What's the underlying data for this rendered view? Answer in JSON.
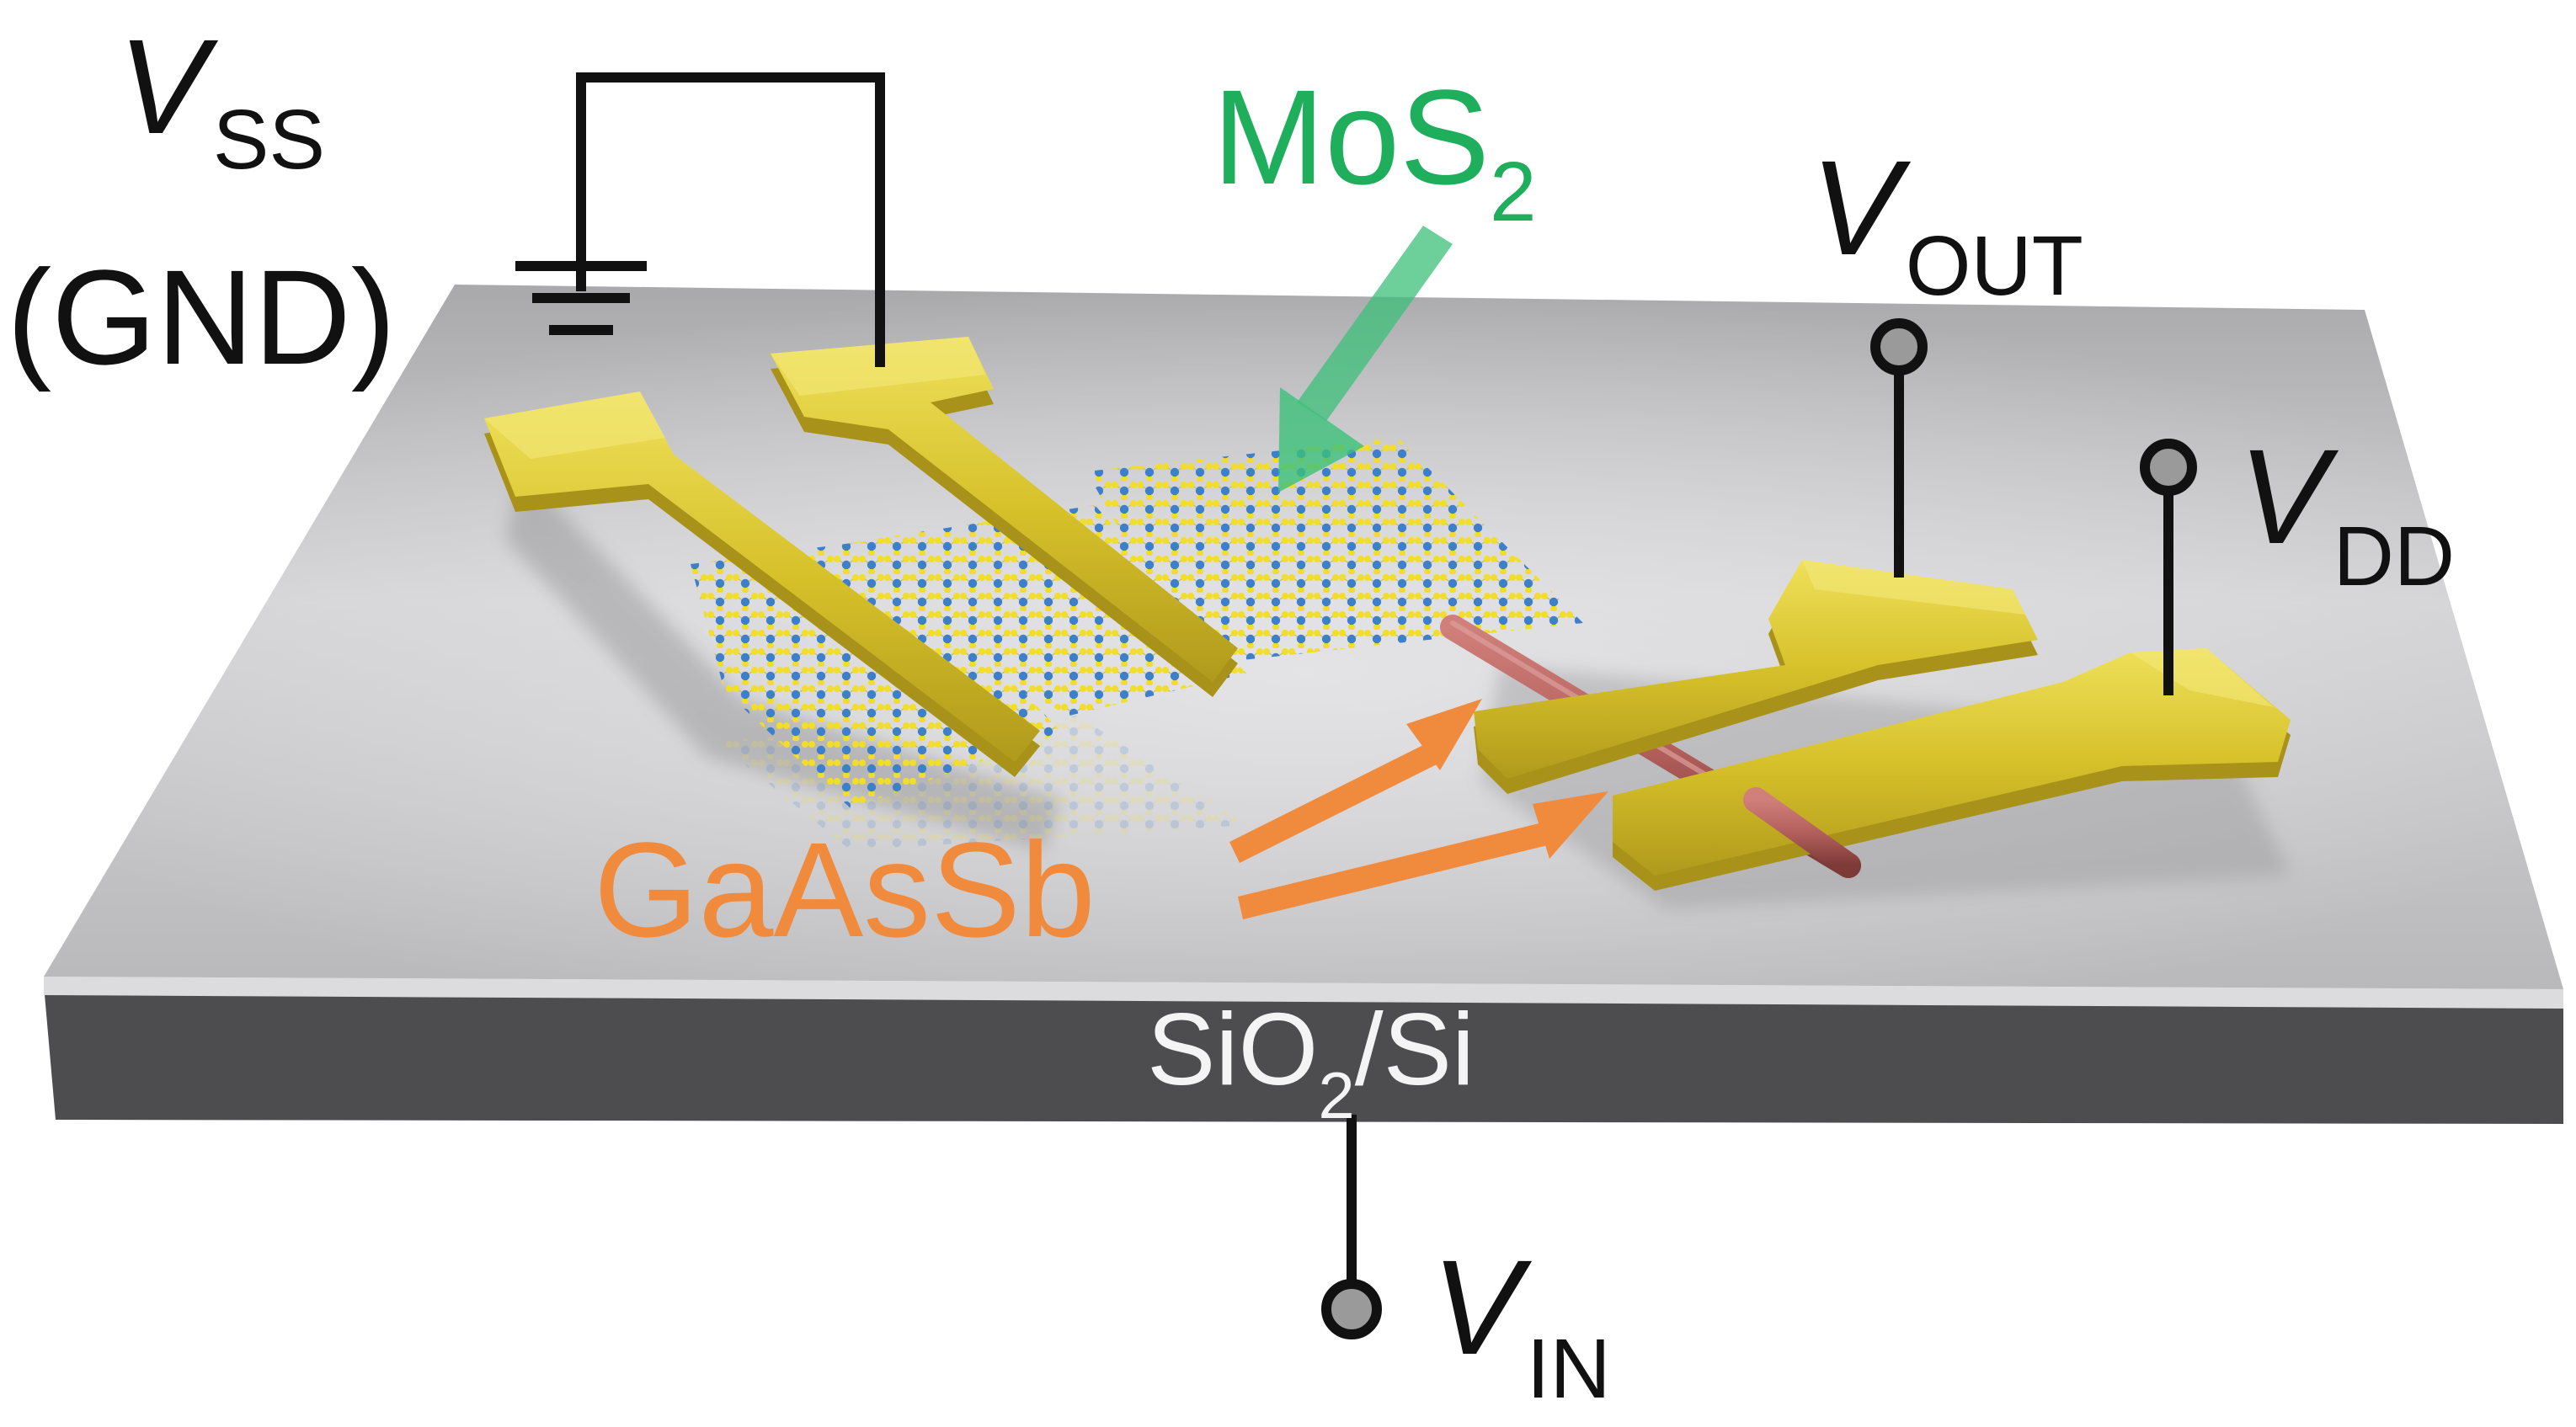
{
  "colors": {
    "substrate_top": "#c2c2c4",
    "substrate_front": "#4d4d50",
    "gold": "#d6c12a",
    "gold_dark": "#a8921a",
    "mos2_sulfur": "#f2dd2a",
    "mos2_molybdenum": "#3d7fc9",
    "nanowire": "#b3605c",
    "mos2_label": "#1fae5c",
    "gaassb_label": "#f08a3c",
    "wire": "#111111",
    "terminal_fill": "#9a9a9a"
  },
  "labels": {
    "vss": {
      "main": "V",
      "sub": "SS"
    },
    "gnd": "(GND)",
    "mos2": {
      "main": "MoS",
      "sub": "2"
    },
    "vout": {
      "main": "V",
      "sub": "OUT"
    },
    "vdd": {
      "main": "V",
      "sub": "DD"
    },
    "gaassb": "GaAsSb",
    "substrate": {
      "a": "SiO",
      "sub": "2",
      "b": "/Si"
    },
    "vin": {
      "main": "V",
      "sub": "IN"
    }
  },
  "icons": {
    "ground": "ground-symbol-icon",
    "terminal": "circle-terminal-icon"
  }
}
